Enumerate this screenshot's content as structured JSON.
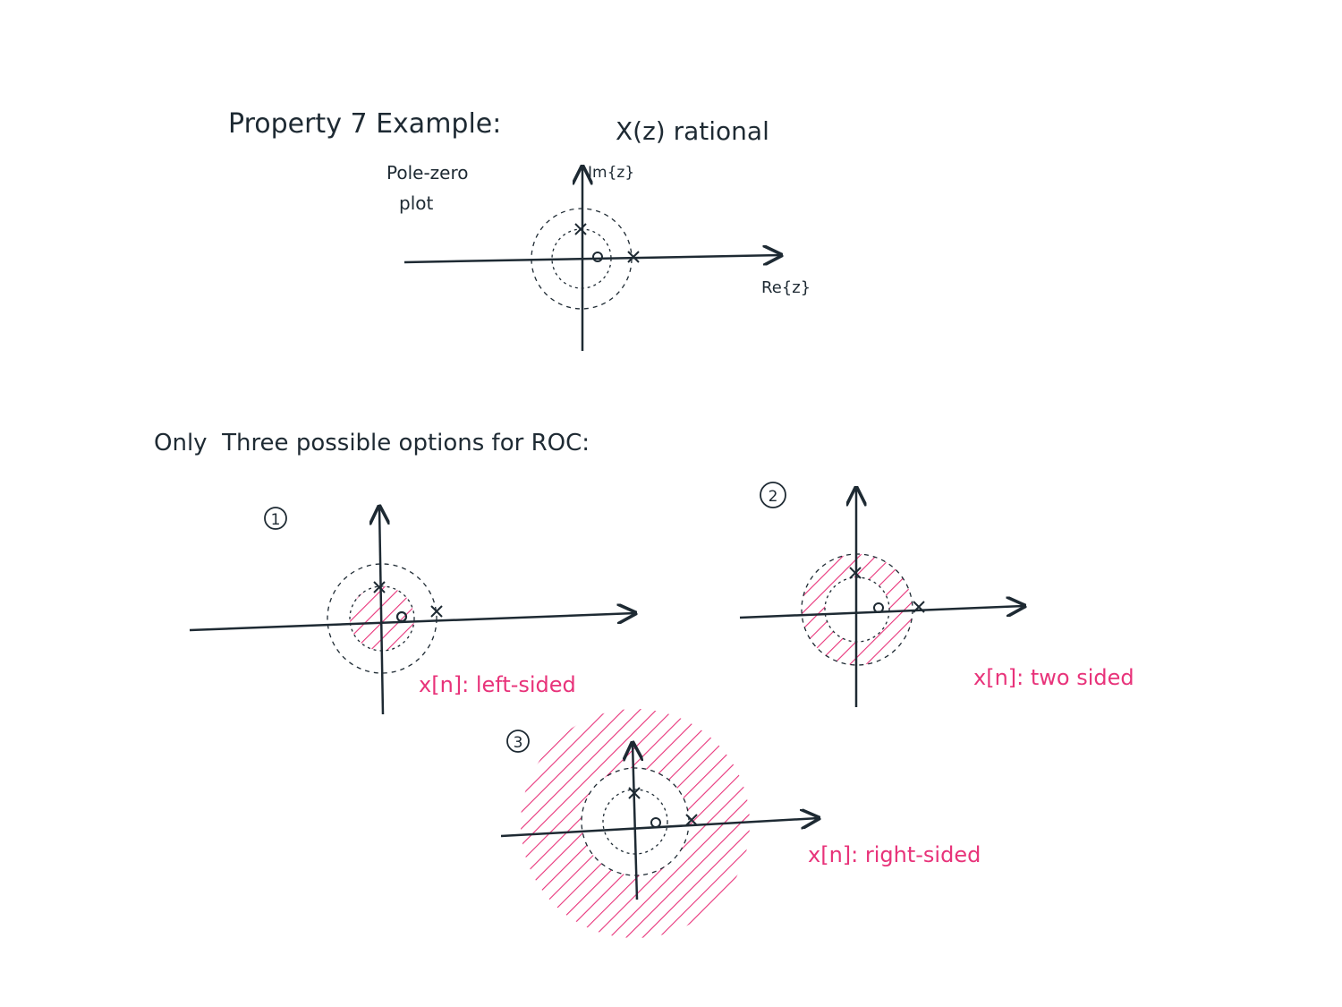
{
  "title": "Property 7 Example:",
  "subtitle": "X(z) rational",
  "plot_label_line1": "Pole-zero",
  "plot_label_line2": "plot",
  "axis_imag": "Im{z}",
  "axis_real": "Re{z}",
  "section_heading": "Only  Three possible options for ROC:",
  "options": [
    {
      "marker": "1",
      "caption": "x[n]: left-sided"
    },
    {
      "marker": "2",
      "caption": "x[n]: two sided"
    },
    {
      "marker": "3",
      "caption": "x[n]: right-sided"
    }
  ],
  "colors": {
    "ink": "#1e2a33",
    "roc": "#e8337a"
  }
}
